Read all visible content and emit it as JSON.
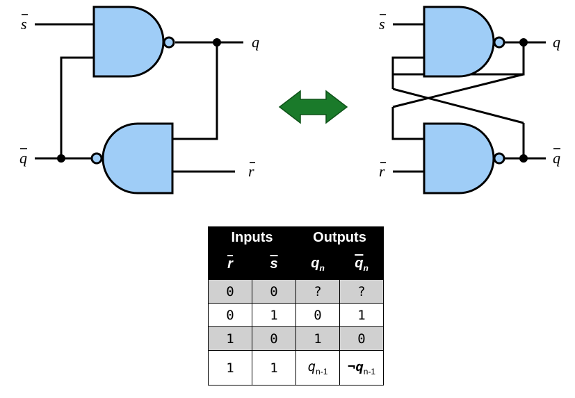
{
  "left_circuit": {
    "labels": {
      "s_bar": "s",
      "q_out": "q",
      "q_bar_in": "q",
      "r_bar": "r"
    }
  },
  "right_circuit": {
    "labels": {
      "s_bar": "s",
      "q_out": "q",
      "r_bar": "r",
      "q_bar_out": "q"
    }
  },
  "arrow": {
    "icon": "double-arrow-icon",
    "color": "#1a7a2a"
  },
  "colors": {
    "gate_fill": "#9fcdf7",
    "output_text": "#1a2f9a",
    "shaded_row": "#d0d0d0"
  },
  "truth_table": {
    "groups": [
      "Inputs",
      "Outputs"
    ],
    "vars": {
      "r": "r",
      "s": "s",
      "q": "q",
      "q_sub": "n",
      "qbar": "q",
      "qbar_sub": "n"
    },
    "rows": [
      {
        "r": "0",
        "s": "0",
        "q": "?",
        "qbar": "?"
      },
      {
        "r": "0",
        "s": "1",
        "q": "0",
        "qbar": "1"
      },
      {
        "r": "1",
        "s": "0",
        "q": "1",
        "qbar": "0"
      },
      {
        "r": "1",
        "s": "1",
        "q": "q",
        "q_sub": "n-1",
        "qbar_prefix": "¬q",
        "qbar_sub": "n-1"
      }
    ]
  }
}
